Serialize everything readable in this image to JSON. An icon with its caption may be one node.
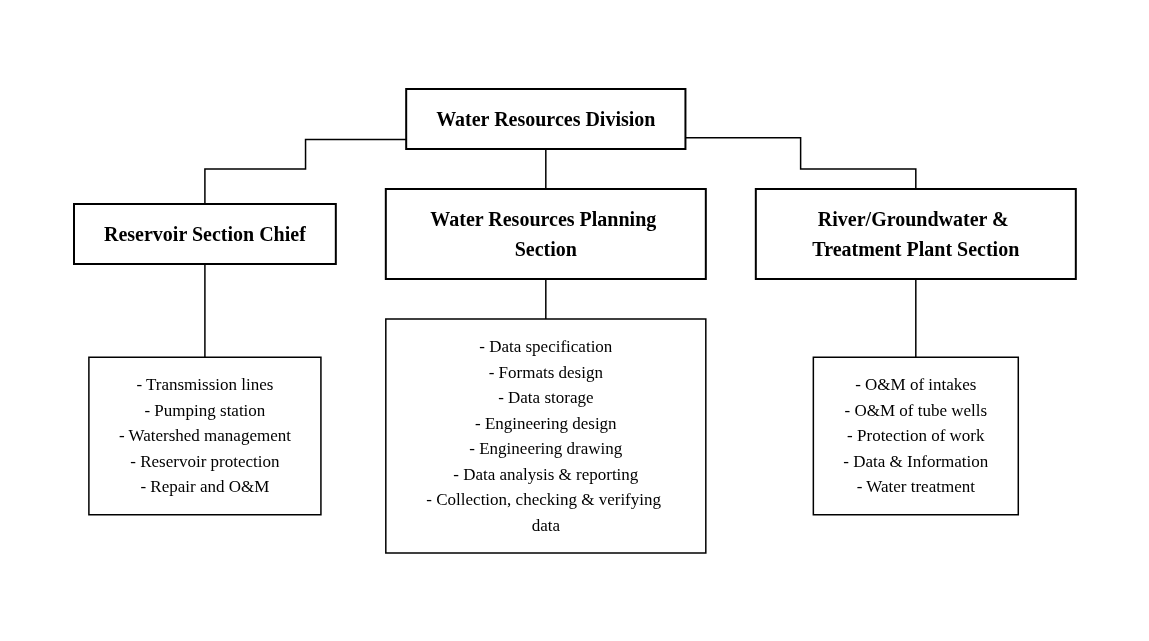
{
  "diagram": {
    "nodes": [
      {
        "text": [
          "Water Resources Division"
        ]
      },
      {
        "text": [
          "Reservoir Section Chief"
        ]
      },
      {
        "text": [
          "Water Resources Planning Section"
        ]
      },
      {
        "text": [
          "River/Groundwater & Treatment Plant Section"
        ]
      },
      {
        "text": [
          "- Transmission lines",
          "- Pumping station",
          "- Watershed management",
          "- Reservoir protection",
          "- Repair and O&M"
        ]
      },
      {
        "text": [
          "- Data specification",
          "- Formats design",
          "- Data storage",
          "- Engineering design",
          "- Engineering drawing",
          "- Data analysis & reporting",
          "- Collection, checking & verifying data"
        ]
      },
      {
        "text": [
          "- O&M of intakes",
          "- O&M of tube wells",
          "- Protection of work",
          "- Data & Information",
          "- Water treatment"
        ]
      }
    ],
    "edges": [
      {
        "from": 0,
        "to": 1,
        "arrow": "none"
      },
      {
        "from": 0,
        "to": 2,
        "arrow": "none"
      },
      {
        "from": 0,
        "to": 3,
        "arrow": "none"
      },
      {
        "from": 1,
        "to": 4,
        "arrow": "none"
      },
      {
        "from": 2,
        "to": 5,
        "arrow": "none"
      },
      {
        "from": 3,
        "to": 6,
        "arrow": "none"
      }
    ]
  }
}
